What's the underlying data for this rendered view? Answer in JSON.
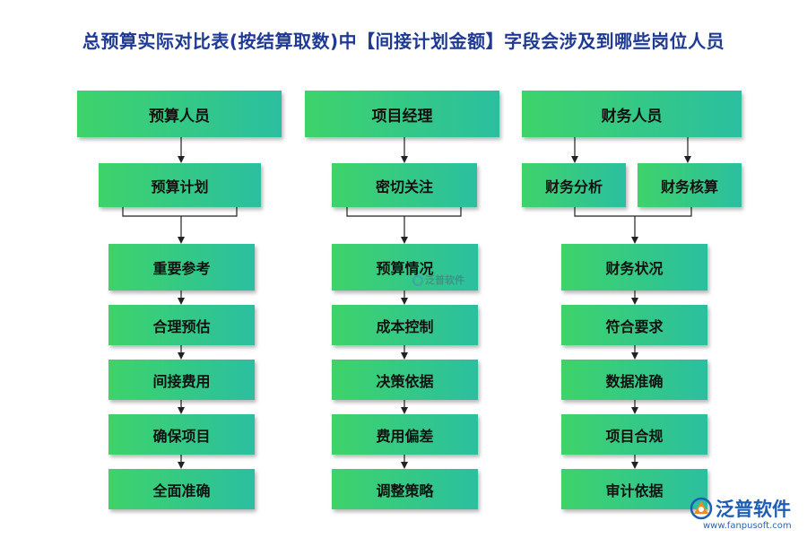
{
  "title": "总预算实际对比表(按结算取数)中【间接计划金额】字段会涉及到哪些岗位人员",
  "columns": [
    {
      "head": "预算人员",
      "subs": [
        "预算计划"
      ],
      "items": [
        "重要参考",
        "合理预估",
        "间接费用",
        "确保项目",
        "全面准确"
      ]
    },
    {
      "head": "项目经理",
      "subs": [
        "密切关注"
      ],
      "items": [
        "预算情况",
        "成本控制",
        "决策依据",
        "费用偏差",
        "调整策略"
      ]
    },
    {
      "head": "财务人员",
      "subs": [
        "财务分析",
        "财务核算"
      ],
      "items": [
        "财务状况",
        "符合要求",
        "数据准确",
        "项目合规",
        "审计依据"
      ]
    }
  ],
  "watermark": "泛普软件",
  "logo": {
    "text": "泛普软件",
    "url": "www.fanpusoft.com",
    "brand_color": "#1e5db5"
  },
  "colors": {
    "title": "#1f3a93",
    "box_gradient_start": "#3ed36a",
    "box_gradient_end": "#2bbfa0",
    "connector": "#222222"
  }
}
